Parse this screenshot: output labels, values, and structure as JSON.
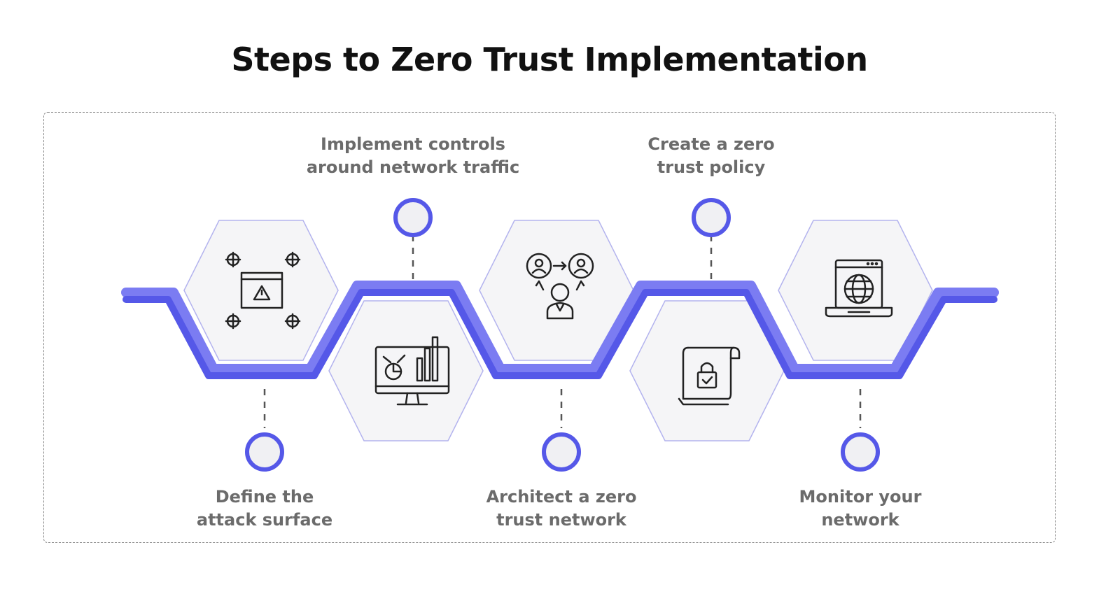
{
  "title": "Steps to Zero Trust Implementation",
  "colors": {
    "path": "#5558e8",
    "path_light": "#7b7cf2",
    "hex_fill": "#f5f5f7",
    "hex_stroke": "#b3b3ee",
    "label": "#6b6b6b",
    "title": "#111111",
    "icon": "#222222"
  },
  "steps": [
    {
      "line1": "Define the",
      "line2": "attack surface",
      "icon": "attack-surface-icon",
      "position": "bottom"
    },
    {
      "line1": "Implement controls",
      "line2": "around network traffic",
      "icon": "monitor-analytics-icon",
      "position": "top"
    },
    {
      "line1": "Architect a zero",
      "line2": "trust network",
      "icon": "network-users-icon",
      "position": "bottom"
    },
    {
      "line1": "Create a zero",
      "line2": "trust policy",
      "icon": "policy-lock-icon",
      "position": "top"
    },
    {
      "line1": "Monitor your",
      "line2": "network",
      "icon": "globe-laptop-icon",
      "position": "bottom"
    }
  ]
}
